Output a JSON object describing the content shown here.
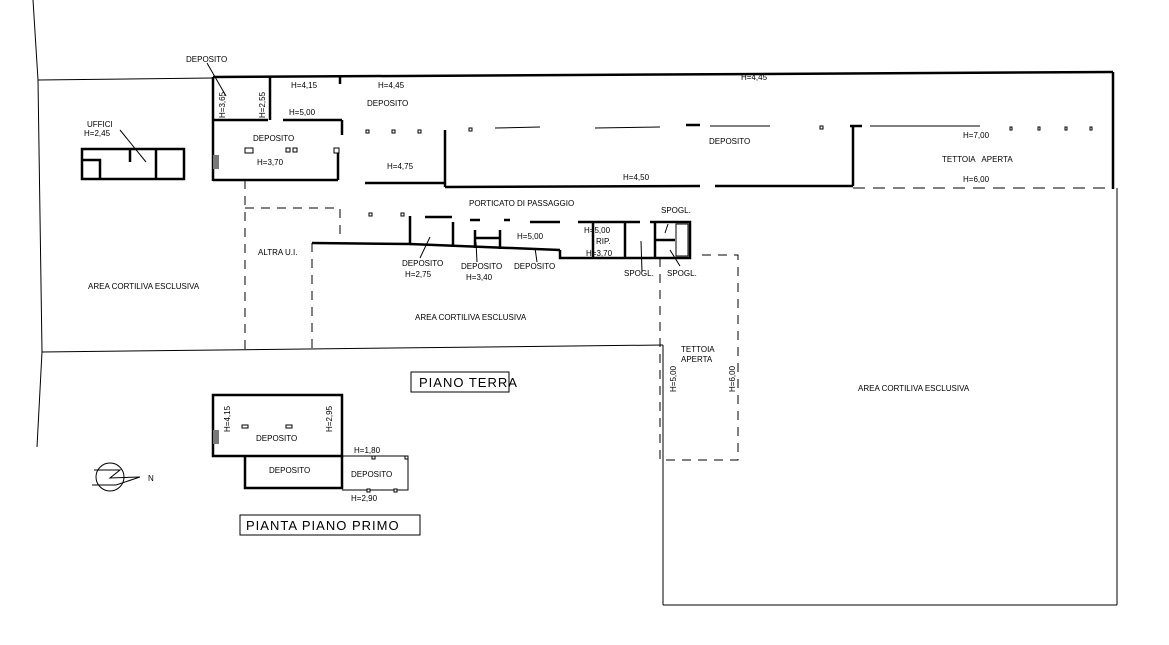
{
  "plan": {
    "ground_floor_title": "PIANO TERRA",
    "first_floor_title": "PIANTA PIANO PRIMO",
    "north_label": "N",
    "colors": {
      "line": "#000000",
      "background": "#ffffff"
    }
  },
  "ground_floor_labels": {
    "uffici": "UFFICI",
    "uffici_h": "H=2,45",
    "deposito_small": "DEPOSITO",
    "h_365": "H=3,65",
    "h_255": "H=2,55",
    "h_415": "H=4,15",
    "h_445_a": "H=4,45",
    "deposito_top": "DEPOSITO",
    "h_500_a": "H=5,00",
    "deposito_left": "DEPOSITO",
    "h_370_a": "H=3,70",
    "h_475": "H=4,75",
    "h_445_b": "H=4,45",
    "deposito_main": "DEPOSITO",
    "h_450": "H=4,50",
    "h_700": "H=7,00",
    "tettoia_aperta_1": "TETTOIA   APERTA",
    "h_600_a": "H=6,00",
    "porticato": "PORTICATO DI PASSAGGIO",
    "altra_ui": "ALTRA U.I.",
    "deposito_275": "DEPOSITO",
    "h_275": "H=2,75",
    "deposito_340": "DEPOSITO",
    "h_340": "H=3,40",
    "h_500_b": "H=5,00",
    "deposito_500": "DEPOSITO",
    "h_500_c": "H=5,00",
    "rip": "RIP.",
    "h_370_b": "H=3,70",
    "spogl_1": "SPOGL.",
    "spogl_2": "SPOGL.",
    "spogl_3": "SPOGL.",
    "area_left": "AREA CORTILIVA ESCLUSIVA",
    "area_mid": "AREA CORTILIVA ESCLUSIVA",
    "area_right": "AREA CORTILIVA ESCLUSIVA",
    "tettoia_2": "TETTOIA",
    "aperta_2": "APERTA",
    "h_500_d": "H=5,00",
    "h_600_b": "H=6,00"
  },
  "first_floor_labels": {
    "h_415": "H=4,15",
    "h_295": "H=2,95",
    "deposito_1": "DEPOSITO",
    "deposito_2": "DEPOSITO",
    "deposito_3": "DEPOSITO",
    "h_180": "H=1,80",
    "h_290": "H=2,90"
  }
}
